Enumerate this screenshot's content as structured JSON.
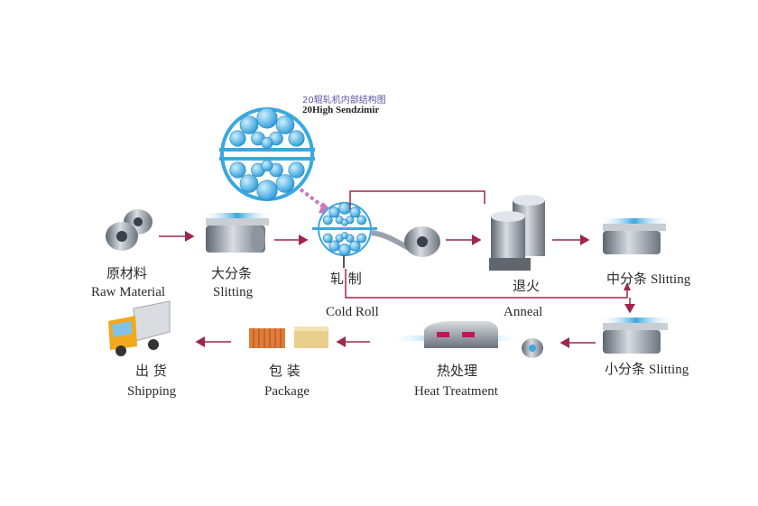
{
  "mill": {
    "label_cn": "20辊轧机内部结构图",
    "label_en": "20High Sendzimir"
  },
  "steps": {
    "raw_material": {
      "cn": "原材料",
      "en": "Raw Material"
    },
    "big_slitting": {
      "cn": "大分条",
      "en": "Slitting"
    },
    "cold_roll": {
      "cn": "轧 制",
      "en": "Cold Roll"
    },
    "anneal": {
      "cn": "退火",
      "en": "Anneal"
    },
    "mid_slitting": {
      "cn": "中分条",
      "en": "Slitting"
    },
    "small_slitting": {
      "cn": "小分条",
      "en": "Slitting"
    },
    "heat_treatment": {
      "cn": "热处理",
      "en": "Heat Treatment"
    },
    "package": {
      "cn": "包 装",
      "en": "Package"
    },
    "shipping": {
      "cn": "出 货",
      "en": "Shipping"
    }
  },
  "colors": {
    "arrow": "#a0274c",
    "dashed_arrow": "#c77bb5",
    "roll_blue": "#3aa8e0",
    "machine_grey": "#7b8590"
  }
}
